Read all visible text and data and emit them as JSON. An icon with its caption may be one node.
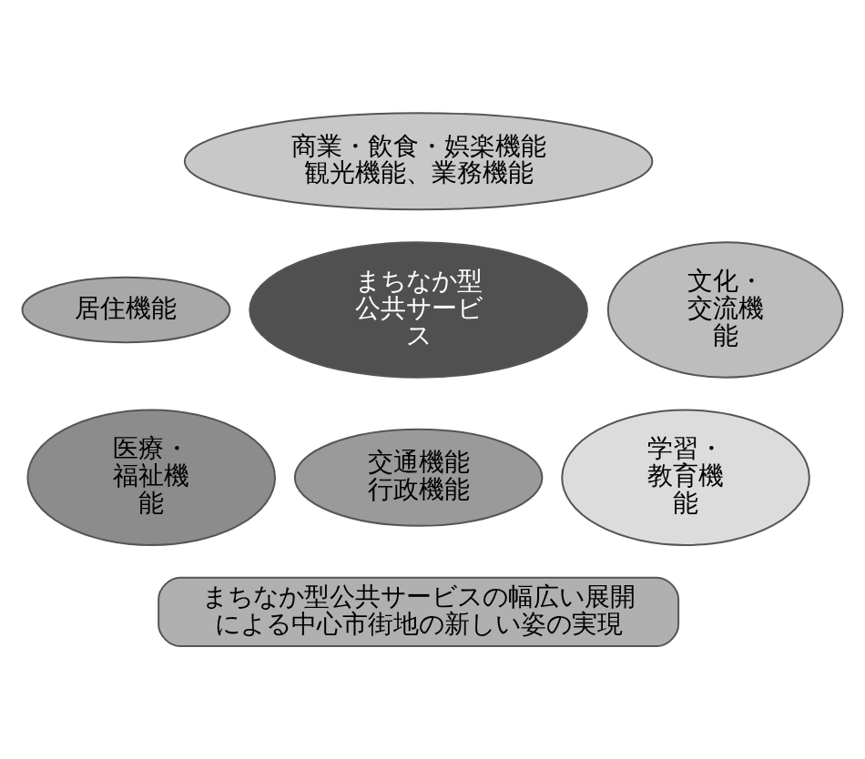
{
  "diagram": {
    "nodes": [
      {
        "text": [
          "商業・飲食・娯楽機能観光機能、業務機能"
        ]
      },
      {
        "text": [
          "居住機能"
        ]
      },
      {
        "text": [
          "まちなか型公共サービス"
        ]
      },
      {
        "text": [
          "文化・交流機能"
        ]
      },
      {
        "text": [
          "医療・福祉機能"
        ]
      },
      {
        "text": [
          "交通機能行政機能"
        ]
      },
      {
        "text": [
          "学習・教育機能"
        ]
      },
      {
        "text": [
          "まちなか型公共サービスの幅広い展開による中心市街地の新しい姿の実現"
        ]
      }
    ],
    "edges": []
  }
}
